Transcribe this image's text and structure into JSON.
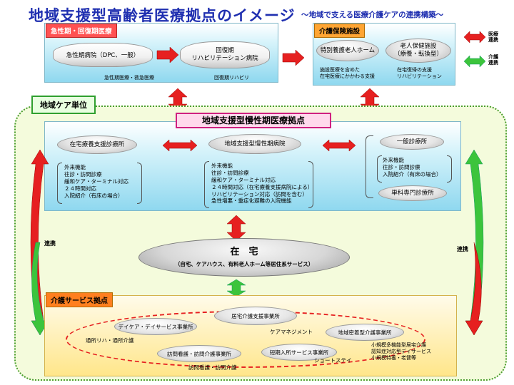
{
  "title": "地域支援型高齢者医療拠点のイメージ",
  "subtitle": "〜地域で支える医療介護ケアの連携構築〜",
  "legend": {
    "medical": "医療\n連携",
    "care": "介護\n連携",
    "medical_color": "#e62020",
    "care_color": "#3cc43c"
  },
  "acute": {
    "label": "急性期・回復期医療",
    "hospital": "急性期病院（DPC、一般）",
    "rehab": "回復期\nリハビリテーション病院",
    "note_left": "急性期医療・救急医療",
    "note_right": "回復期リハビリ"
  },
  "care_facility": {
    "label": "介護保険施設",
    "special": "特別養護老人ホーム",
    "health": "老人保健施設\n（療養・転換型）",
    "note_left": "施設医療を含めた\n在宅医療にかかわる支援",
    "note_right": "在宅復帰の支援\nリハビリテーション"
  },
  "community_unit": "地域ケア単位",
  "center": {
    "label": "地域支援型慢性期医療拠点",
    "home_clinic": "在宅療養支援診療所",
    "chronic_hospital": "地域支援型慢性期病院",
    "general_clinic": "一般診療所",
    "specialty_clinic": "単科専門診療所",
    "list_left": [
      "外来機能",
      "往診・訪問診療",
      "緩和ケア・ターミナル対応",
      "２４時間対応",
      "入院紹介（有床の場合）"
    ],
    "list_mid": [
      "外来機能",
      "往診・訪問診療",
      "緩和ケア・ターミナル対応",
      "２４時間対応（在宅療養支援病院による）",
      "リハビリテーション対応（訪問を含む）",
      "急性増悪・重症化避難の入院機能"
    ],
    "list_right": [
      "外来機能",
      "往診・訪問診療",
      "入院紹介（有床の場合）"
    ]
  },
  "home": {
    "title": "在　宅",
    "sub": "（自宅、ケアハウス、有料老人ホーム等居住系サービス）"
  },
  "side": {
    "left": "連携",
    "right": "連携"
  },
  "care_services": {
    "label": "介護サービス拠点",
    "care_manager_office": "居宅介護支援事業所",
    "care_management": "ケアマネジメント",
    "day_care": "デイケア・デイサービス事業所",
    "day_note": "通所リハ・通所介護",
    "community_office": "地域密着型介護事業所",
    "community_note": "小規模多機能型居宅介護\n認知症対応型デイサービス\n小規模特養・老健等",
    "home_nursing": "訪問看護・訪問介護事業所",
    "home_nursing_note": "訪問看護・訪問介護",
    "short_stay": "短期入所サービス事業所",
    "short_note": "ショートステイ"
  }
}
